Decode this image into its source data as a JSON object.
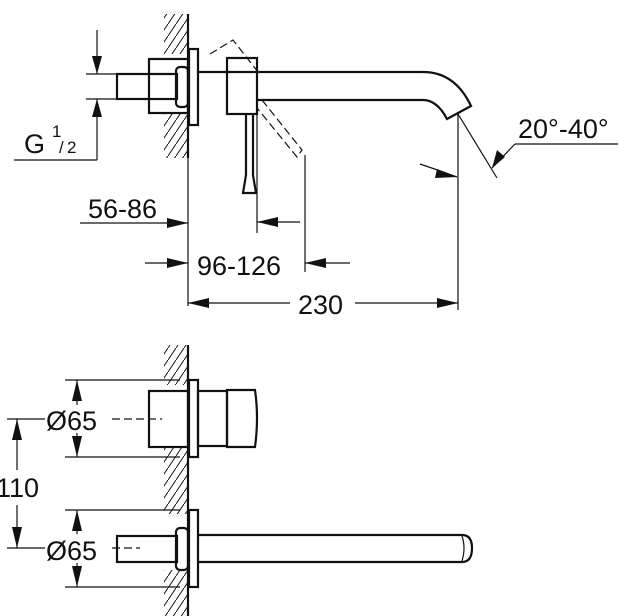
{
  "drawing": {
    "side_view": {
      "thread_label": "G",
      "thread_fraction_num": "1",
      "thread_fraction_den": "2",
      "wall_depth": "56-86",
      "lever_offset": "96-126",
      "spout_projection": "230",
      "spout_angle": "20°-40°"
    },
    "front_view": {
      "upper_diameter": "Ø65",
      "lower_diameter": "Ø65",
      "center_distance": "110"
    }
  }
}
